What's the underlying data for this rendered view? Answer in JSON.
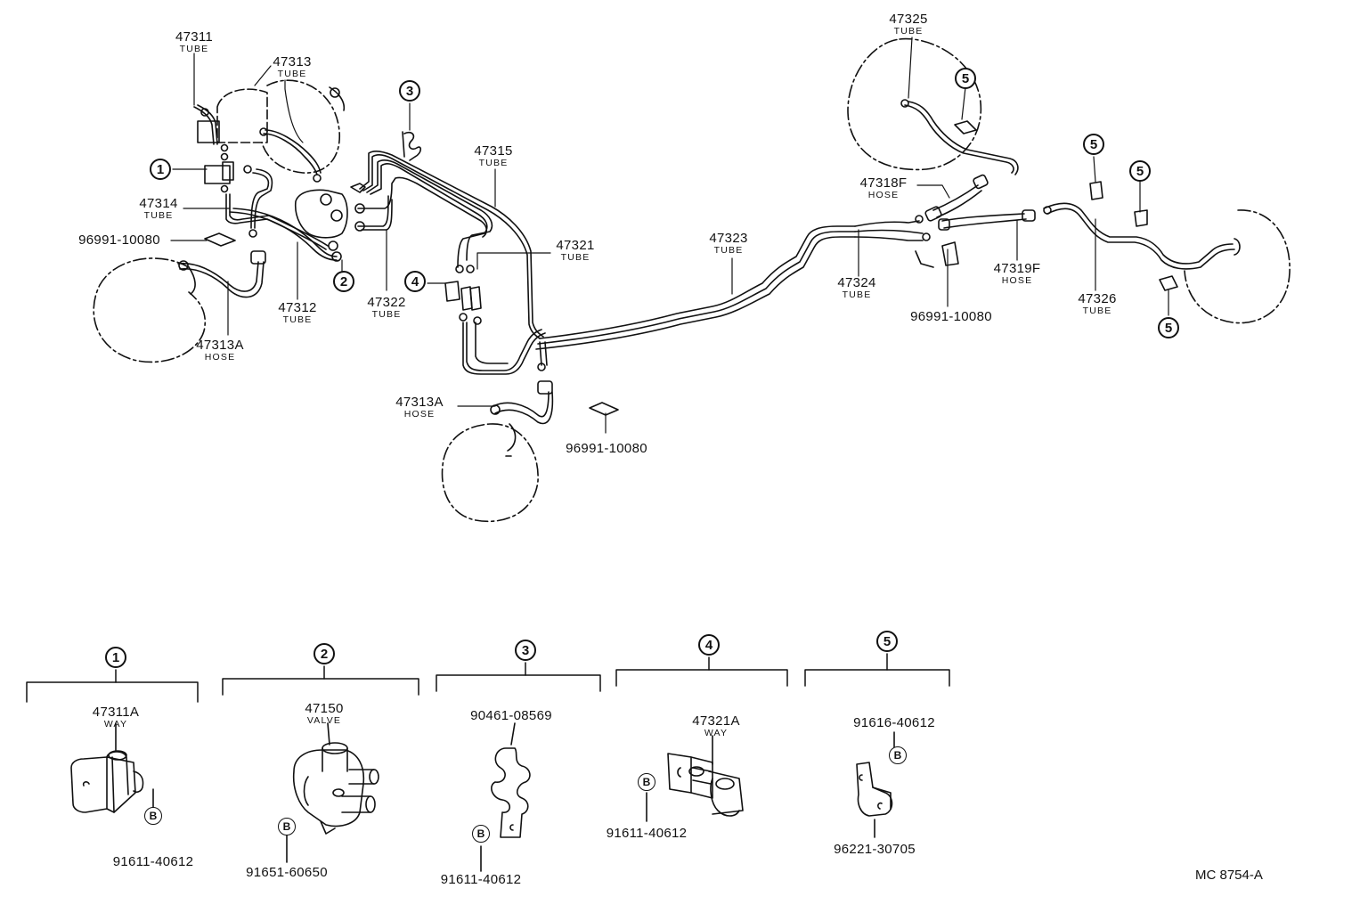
{
  "labels": {
    "p47311": {
      "pn": "47311",
      "sub": "TUBE"
    },
    "p47313": {
      "pn": "47313",
      "sub": "TUBE"
    },
    "p47314": {
      "pn": "47314",
      "sub": "TUBE"
    },
    "p96991_a": {
      "pn": "96991-10080"
    },
    "p47313A_a": {
      "pn": "47313A",
      "sub": "HOSE"
    },
    "p47312": {
      "pn": "47312",
      "sub": "TUBE"
    },
    "p47322": {
      "pn": "47322",
      "sub": "TUBE"
    },
    "p47315": {
      "pn": "47315",
      "sub": "TUBE"
    },
    "p47321": {
      "pn": "47321",
      "sub": "TUBE"
    },
    "p47313A_b": {
      "pn": "47313A",
      "sub": "HOSE"
    },
    "p96991_b": {
      "pn": "96991-10080"
    },
    "p47323": {
      "pn": "47323",
      "sub": "TUBE"
    },
    "p47325": {
      "pn": "47325",
      "sub": "TUBE"
    },
    "p47318F": {
      "pn": "47318F",
      "sub": "HOSE"
    },
    "p47324": {
      "pn": "47324",
      "sub": "TUBE"
    },
    "p47319F": {
      "pn": "47319F",
      "sub": "HOSE"
    },
    "p96991_c": {
      "pn": "96991-10080"
    },
    "p47326": {
      "pn": "47326",
      "sub": "TUBE"
    }
  },
  "callouts": [
    "1",
    "2",
    "3",
    "4",
    "5"
  ],
  "bolt_marker": "B",
  "details": [
    {
      "n": "1",
      "part": "47311A",
      "part_sub": "WAY",
      "bolt": "91611-40612"
    },
    {
      "n": "2",
      "part": "47150",
      "part_sub": "VALVE",
      "bolt": "91651-60650"
    },
    {
      "n": "3",
      "part": "90461-08569",
      "bolt": "91611-40612"
    },
    {
      "n": "4",
      "part": "47321A",
      "part_sub": "WAY",
      "bolt": "91611-40612"
    },
    {
      "n": "5",
      "part": "91616-40612",
      "bolt": "96221-30705"
    }
  ],
  "footer_code": "MC 8754-A"
}
